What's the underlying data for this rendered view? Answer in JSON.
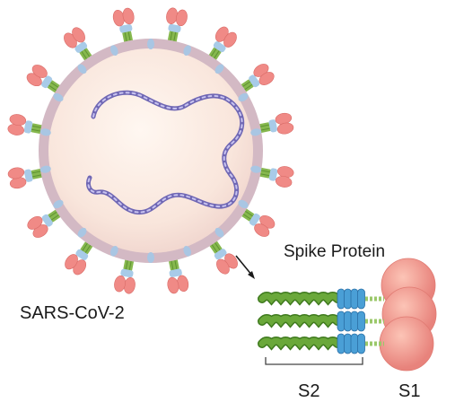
{
  "virus": {
    "label": "SARS-CoV-2",
    "colors": {
      "envelope": "#d3b9c4",
      "interior": "#f8e7de",
      "rna_dark": "#6f67b4",
      "rna_light": "#b8b3e6",
      "membrane_protein": "#a9c6e3",
      "spike_head": "#f08a86",
      "spike_cap": "#a8cbe8",
      "spike_stalk": "#86b84e"
    }
  },
  "spike": {
    "title": "Spike Protein",
    "subunit_s2": "S2",
    "subunit_s1": "S1",
    "colors": {
      "coil": "#6aa83a",
      "coil_dark": "#3f7a1e",
      "domain": "#4a9fd6",
      "domain_dark": "#2a6fa6",
      "head": "#f0a08e",
      "head_dark": "#e07a72",
      "linker": "#9bc86a"
    }
  }
}
